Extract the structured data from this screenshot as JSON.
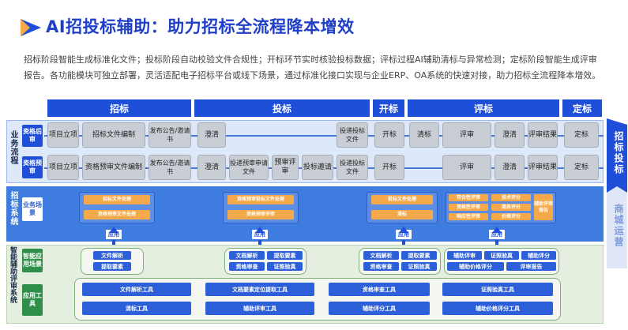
{
  "header": {
    "title": "AI招投标辅助：助力招标全流程降本增效",
    "description": "招标阶段智能生成标准化文件；投标阶段自动校验文件合规性；开标环节实时核验投标数据；评标过程AI辅助清标与异常检测；定标阶段智能生成评审报告。各功能模块可独立部署，灵活适配电子招标平台或线下场景，通过标准化接口实现与企业ERP、OA系统的快速对接，助力招标全流程降本增效。"
  },
  "phases": [
    "招标",
    "投标",
    "开标",
    "评标",
    "定标"
  ],
  "business_flow": {
    "label": "业务流程",
    "post_review": {
      "tag": "资格后审",
      "steps": [
        "项目立项",
        "招标文件编制",
        "发布公告/邀请书",
        "澄清",
        "投递投标文件",
        "开标",
        "清标",
        "评审",
        "澄清",
        "评审结果",
        "定标"
      ]
    },
    "pre_review": {
      "tag": "资格预审",
      "steps": [
        "项目立项",
        "资格预审文件编制",
        "发布公告/邀请书",
        "澄清",
        "投递预审申请文件",
        "预审评审",
        "投标邀请",
        "投递投标文件",
        "开标",
        "评审",
        "澄清",
        "评审结果",
        "定标"
      ]
    }
  },
  "tender_system": {
    "label": "招标系统",
    "tag": "业务场景",
    "group1": [
      "招标文件处理",
      "资格预审文件处理"
    ],
    "group2": [
      "资格预审投标文件处理",
      "资格预审评审"
    ],
    "group3": [
      "投标文件处理",
      "清标"
    ],
    "group4": {
      "items": [
        "符合性评审",
        "技术评分",
        "资格性评审",
        "商务评分",
        "响应性评审",
        "价格评分"
      ],
      "side": "辅助评审报告"
    }
  },
  "app_label": "应用",
  "ai_system": {
    "label": "智能辅助评审系统",
    "scene_tag": "智能应用场景",
    "tools_tag": "应用工具",
    "scene1": [
      "文件解析",
      "提取要素"
    ],
    "scene2": [
      "文档解析",
      "提取要素",
      "资格审查",
      "证照验真"
    ],
    "scene3": [
      "文档解析",
      "提取要素",
      "资格审查",
      "证照验真"
    ],
    "scene4": [
      "辅助评审",
      "证照验真",
      "辅助评分",
      "辅助价格评分",
      "评审报告"
    ],
    "tools": [
      "文件解析工具",
      "文档要素定位提取工具",
      "资格审查工具",
      "证照验真工具",
      "清标工具",
      "辅助评审工具",
      "辅助评分工具",
      "辅助价格评分工具"
    ]
  },
  "side": {
    "top": "招标投标",
    "bottom": "商城运营"
  },
  "colors": {
    "primary": "#1f4ed8",
    "orange": "#f6a94a",
    "green": "#2f8f4a",
    "gray_box": "#c9cdd4"
  }
}
